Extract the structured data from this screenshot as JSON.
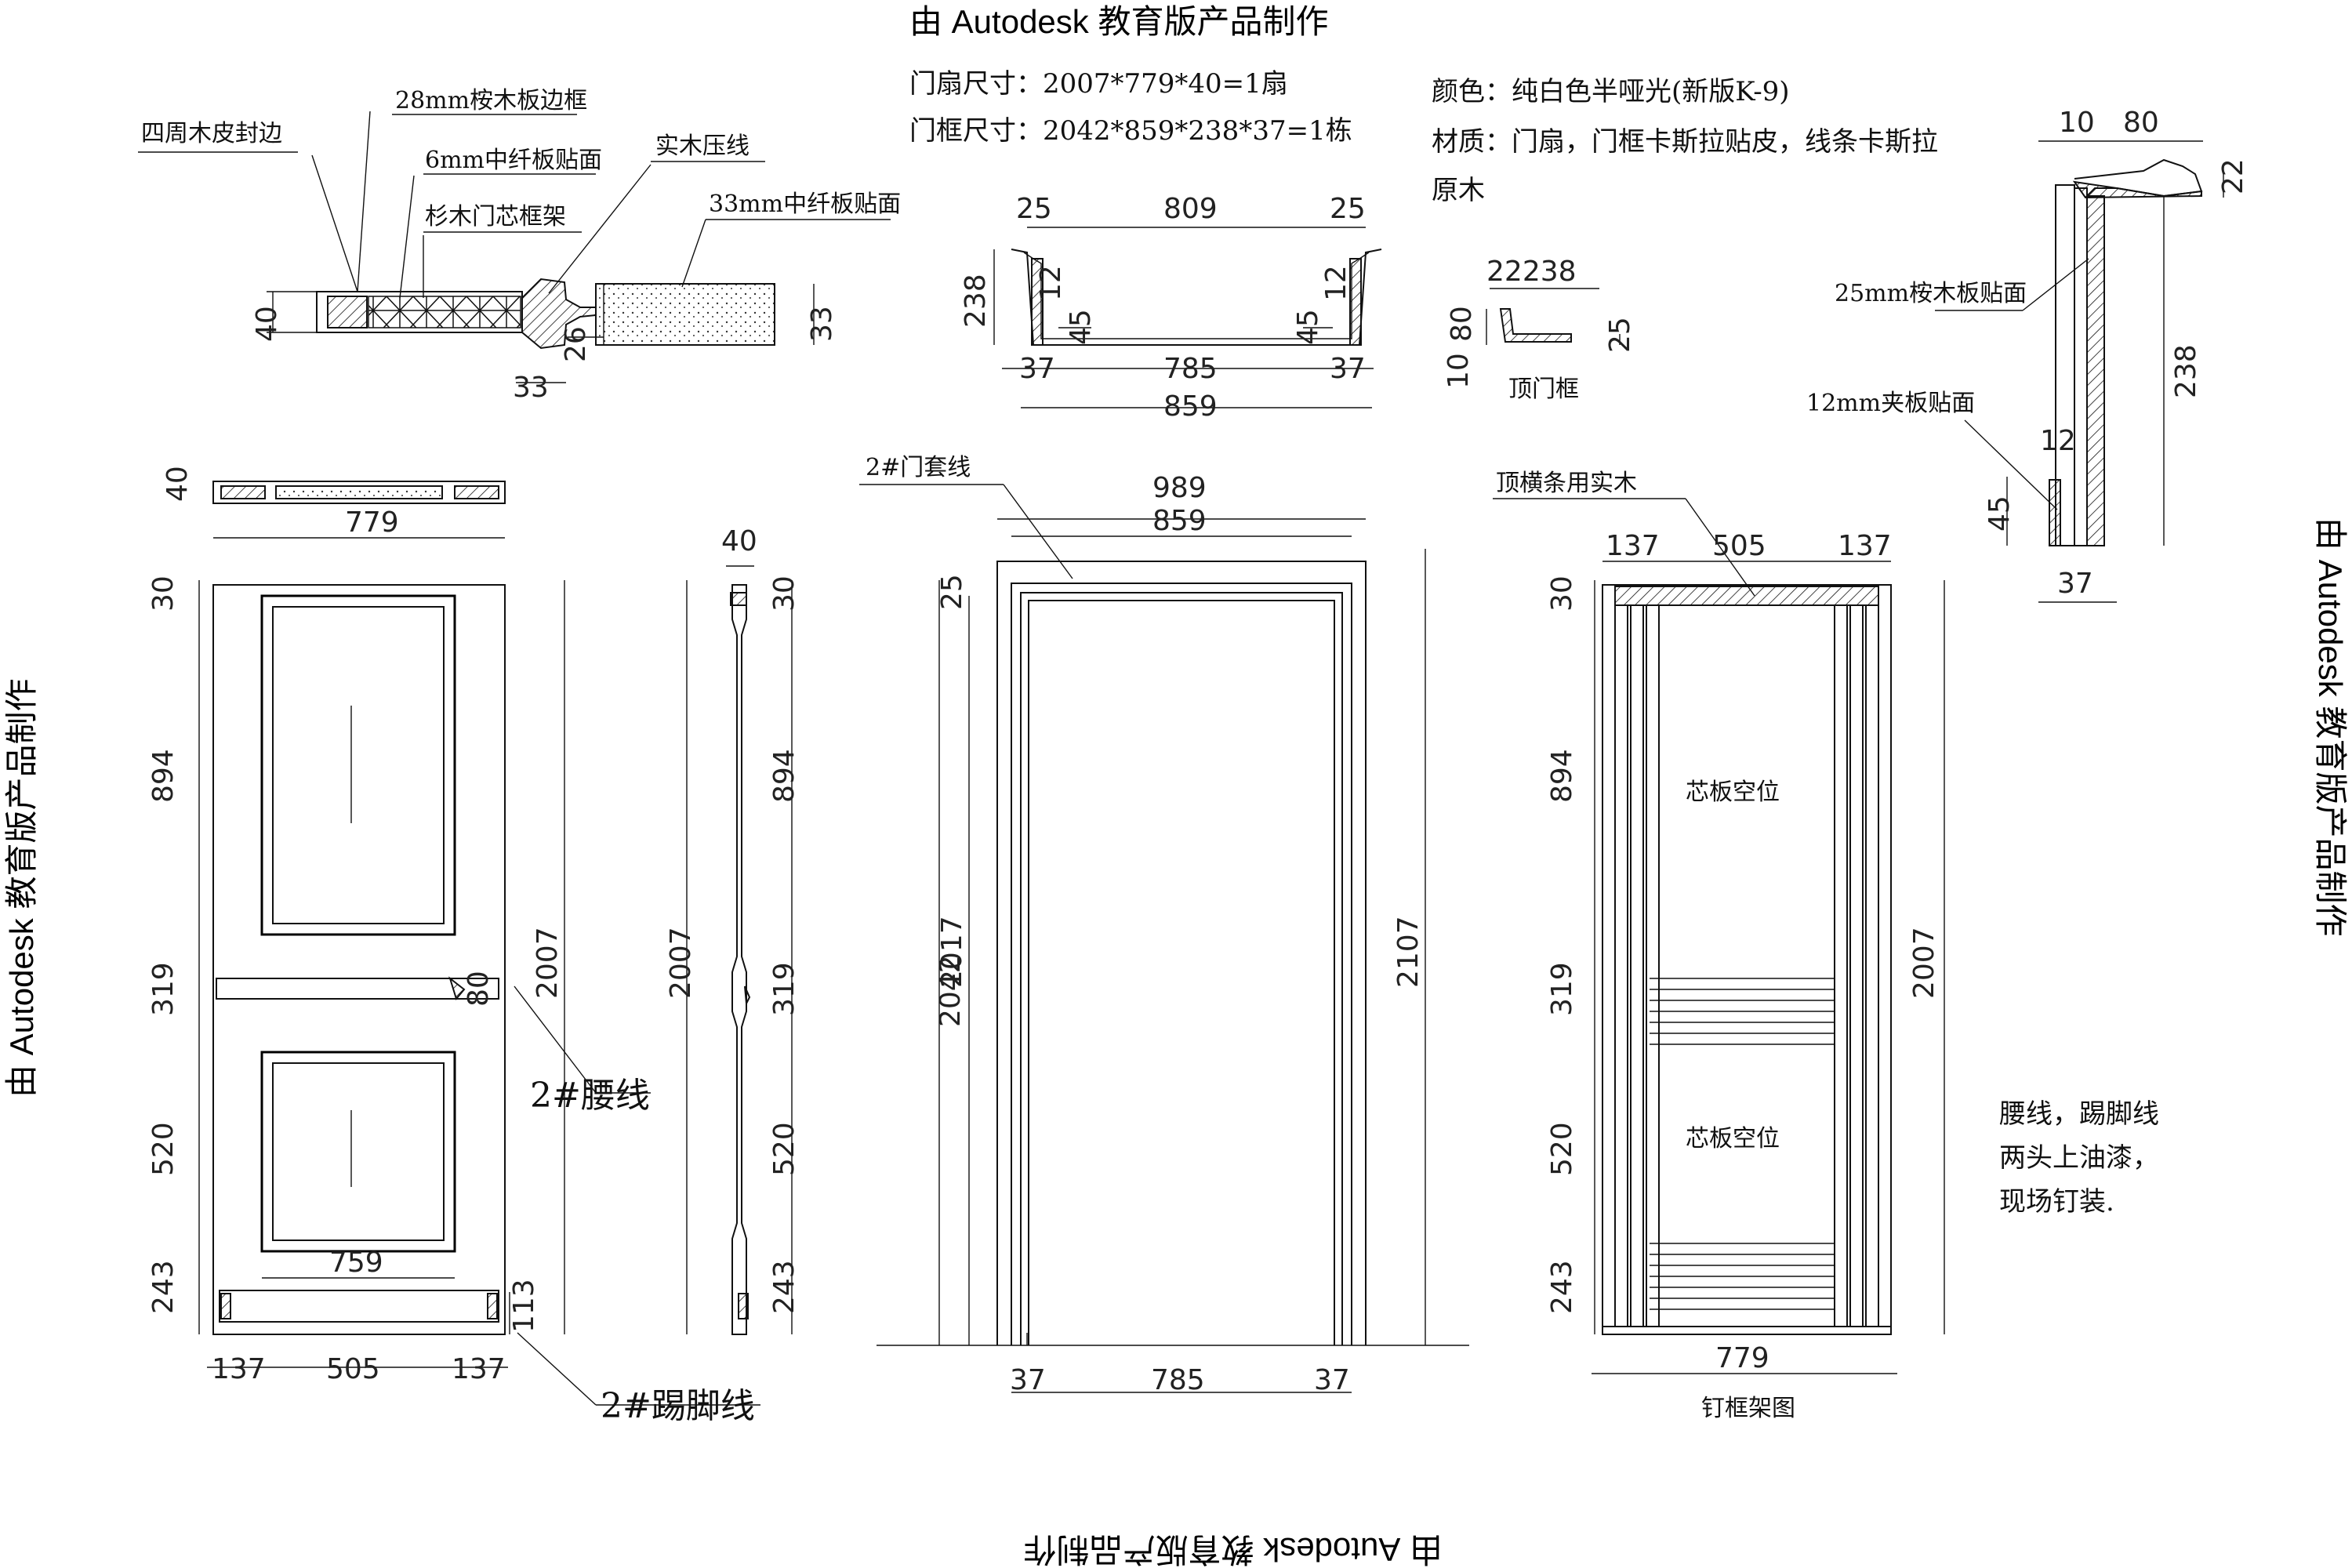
{
  "watermark": "由 Autodesk 教育版产品制作",
  "header_notes": {
    "door_leaf_size": "门扇尺寸：2007*779*40=1扇",
    "door_frame_size": "门框尺寸：2042*859*238*37=1栋",
    "color": "颜色：纯白色半哑光(新版K-9)",
    "material_line1": "材质：门扇，门框卡斯拉贴皮，线条卡斯拉",
    "material_line2": "原木"
  },
  "section_detail": {
    "labels": {
      "veneer_edge": "四周木皮封边",
      "edge_frame": "28mm桉木板边框",
      "mdf_face_6": "6mm中纤板贴面",
      "fir_core": "杉木门芯框架",
      "solid_trim": "实木压线",
      "mdf_face_33": "33mm中纤板贴面"
    },
    "dims": {
      "thickness": "40",
      "trim_width": "33",
      "trim_depth": "26",
      "panel_thickness": "33"
    }
  },
  "frame_plan": {
    "dims": {
      "top_left": "25",
      "top_mid": "809",
      "top_right": "25",
      "height": "238",
      "inner_left": "12",
      "inner_right": "12",
      "rebate_left": "45",
      "rebate_right": "45",
      "bottom_left": "37",
      "bottom_mid": "785",
      "bottom_right": "37",
      "overall": "859"
    }
  },
  "top_frame_detail": {
    "label": "顶门框",
    "dims": {
      "a": "22",
      "b": "238",
      "c": "80",
      "d": "10",
      "e": "25"
    }
  },
  "side_profile_detail": {
    "labels": {
      "veneer_25": "25mm桉木板贴面",
      "ply_12": "12mm夹板贴面"
    },
    "dims": {
      "top_a": "10",
      "top_b": "80",
      "top_c": "22",
      "height": "238",
      "rebate": "12",
      "face": "45",
      "width": "37"
    }
  },
  "door_elevation": {
    "top_width": "779",
    "edge": "40",
    "dims_left": [
      "30",
      "894",
      "319",
      "520",
      "243"
    ],
    "overall_height": "2007",
    "waist_height": "80",
    "kick_height": "113",
    "inner_width": "759",
    "bottom": [
      "137",
      "505",
      "137"
    ],
    "waist_label": "2#腰线",
    "kick_label": "2#踢脚线"
  },
  "door_side": {
    "top": "40",
    "dims": [
      "30",
      "894",
      "319",
      "520",
      "243"
    ],
    "overall": "2007"
  },
  "frame_elevation": {
    "label": "2#门套线",
    "outer": "989",
    "inner": "859",
    "top": "25",
    "h1": "2042",
    "h2": "2017",
    "h3": "2107",
    "bottom": [
      "37",
      "785",
      "37"
    ]
  },
  "nail_frame": {
    "label": "顶横条用实木",
    "top": [
      "137",
      "505",
      "137"
    ],
    "dims": [
      "30",
      "894",
      "319",
      "520",
      "243"
    ],
    "overall": "2007",
    "upper_text": "芯板空位",
    "lower_text": "芯板空位",
    "width": "779",
    "caption": "钉框架图"
  },
  "side_note": {
    "line1": "腰线，踢脚线",
    "line2": "两头上油漆，",
    "line3": "现场钉装."
  }
}
